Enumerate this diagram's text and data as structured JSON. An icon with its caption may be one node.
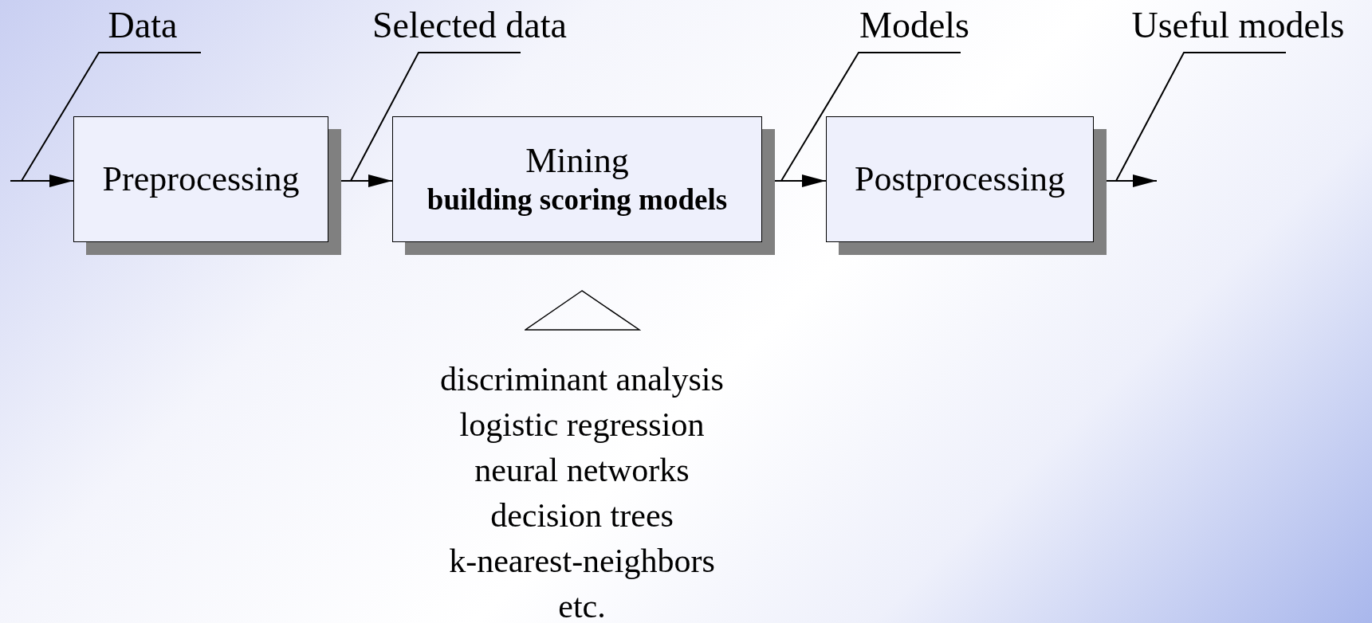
{
  "diagram": {
    "nodes": [
      {
        "text": [
          "Preprocessing"
        ]
      },
      {
        "text": [
          "Mining",
          "building scoring models"
        ]
      },
      {
        "text": [
          "Postprocessing"
        ]
      },
      {
        "text": [
          "Data"
        ]
      },
      {
        "text": [
          "Selected data"
        ]
      },
      {
        "text": [
          "Models"
        ]
      },
      {
        "text": [
          "Useful models"
        ]
      },
      {
        "text": [],
        "shape": "triangle"
      }
    ],
    "edges": [
      {
        "from": null,
        "to": 0,
        "arrow": "to"
      },
      {
        "from": 0,
        "to": 1,
        "arrow": "to"
      },
      {
        "from": 1,
        "to": 2,
        "arrow": "to"
      },
      {
        "from": 2,
        "to": null,
        "arrow": "to"
      },
      {
        "from": 3,
        "to": null,
        "arrow": "none"
      },
      {
        "from": 4,
        "to": null,
        "arrow": "none"
      },
      {
        "from": 5,
        "to": null,
        "arrow": "none"
      },
      {
        "from": 6,
        "to": null,
        "arrow": "none"
      }
    ],
    "labels": [
      "discriminant analysis",
      "logistic regression",
      "neural networks",
      "decision trees",
      "k-nearest-neighbors",
      "etc."
    ]
  }
}
